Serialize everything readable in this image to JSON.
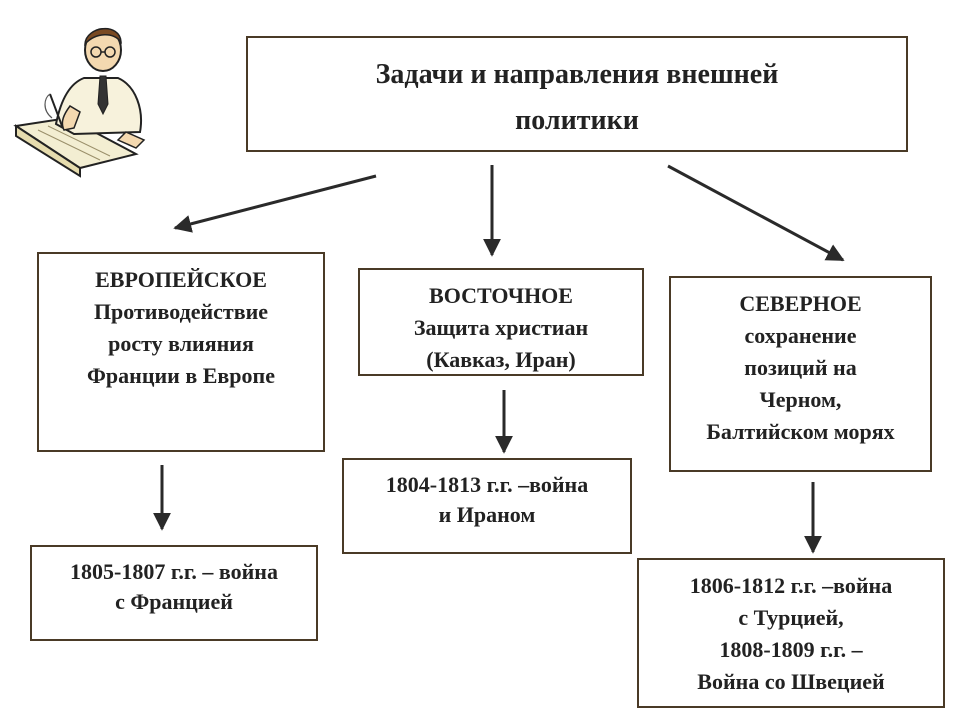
{
  "title": {
    "lines": [
      "Задачи и направления внешней",
      "политики"
    ]
  },
  "directions": {
    "europe": {
      "lines": [
        "ЕВРОПЕЙСКОЕ",
        "Противодействие",
        "росту влияния",
        "Франции в Европе"
      ]
    },
    "east": {
      "lines": [
        "ВОСТОЧНОЕ",
        "Защита христиан",
        "(Кавказ, Иран)"
      ]
    },
    "north": {
      "lines": [
        "СЕВЕРНОЕ",
        "сохранение",
        "позиций на",
        "Черном,",
        "Балтийском морях"
      ]
    }
  },
  "wars": {
    "france": {
      "lines": [
        "1805-1807 г.г. – война",
        "с Францией"
      ]
    },
    "iran": {
      "lines": [
        "1804-1813 г.г. –война",
        "и Ираном"
      ]
    },
    "north": {
      "lines": [
        "1806-1812 г.г. –война",
        "с Турцией,",
        "1808-1809 г.г. –",
        "Война со Швецией"
      ]
    }
  },
  "colors": {
    "border": "#4a3a26",
    "arrow": "#2a2a2a",
    "text": "#222222"
  },
  "illustration": {
    "icon": "writing-clerk-icon"
  }
}
